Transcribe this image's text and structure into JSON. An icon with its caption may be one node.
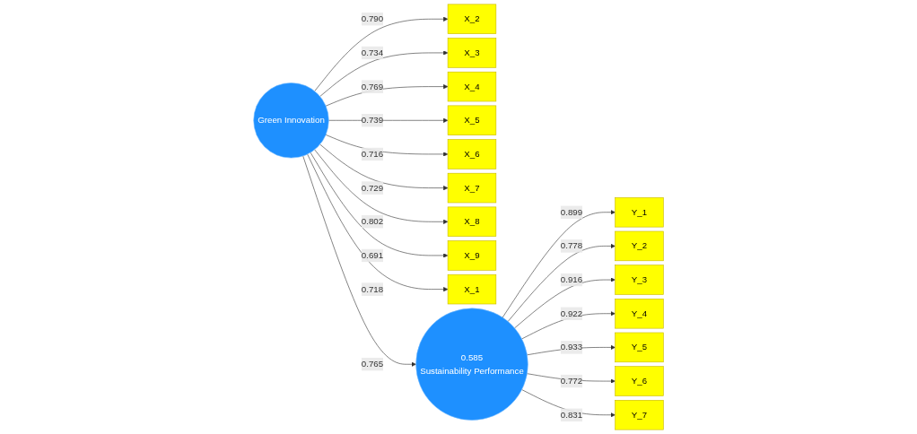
{
  "diagram": {
    "nodes": [
      {
        "text": [
          "X_2"
        ]
      },
      {
        "text": [
          "X_3"
        ]
      },
      {
        "text": [
          "X_4"
        ]
      },
      {
        "text": [
          "X_5"
        ]
      },
      {
        "text": [
          "X_6"
        ]
      },
      {
        "text": [
          "X_7"
        ]
      },
      {
        "text": [
          "X_8"
        ]
      },
      {
        "text": [
          "X_9"
        ]
      },
      {
        "text": [
          "X_1"
        ]
      },
      {
        "text": [
          "Green Innovation"
        ]
      },
      {
        "text": [
          "0.585",
          "Sustainability Performance"
        ]
      },
      {
        "text": [
          "Y_1"
        ]
      },
      {
        "text": [
          "Y_2"
        ]
      },
      {
        "text": [
          "Y_3"
        ]
      },
      {
        "text": [
          "Y_4"
        ]
      },
      {
        "text": [
          "Y_5"
        ]
      },
      {
        "text": [
          "Y_6"
        ]
      },
      {
        "text": [
          "Y_7"
        ]
      }
    ],
    "edges": [
      {
        "from": 9,
        "to": 0,
        "arrow": "to",
        "label": "0.790"
      },
      {
        "from": 9,
        "to": 1,
        "arrow": "to",
        "label": "0.734"
      },
      {
        "from": 9,
        "to": 2,
        "arrow": "to",
        "label": "0.769"
      },
      {
        "from": 9,
        "to": 3,
        "arrow": "to",
        "label": "0.739"
      },
      {
        "from": 9,
        "to": 4,
        "arrow": "to",
        "label": "0.716"
      },
      {
        "from": 9,
        "to": 5,
        "arrow": "to",
        "label": "0.729"
      },
      {
        "from": 9,
        "to": 6,
        "arrow": "to",
        "label": "0.802"
      },
      {
        "from": 9,
        "to": 7,
        "arrow": "to",
        "label": "0.691"
      },
      {
        "from": 9,
        "to": 8,
        "arrow": "to",
        "label": "0.718"
      },
      {
        "from": 9,
        "to": 10,
        "arrow": "to",
        "label": "0.765"
      },
      {
        "from": 10,
        "to": 11,
        "arrow": "to",
        "label": "0.899"
      },
      {
        "from": 10,
        "to": 12,
        "arrow": "to",
        "label": "0.778"
      },
      {
        "from": 10,
        "to": 13,
        "arrow": "to",
        "label": "0.916"
      },
      {
        "from": 10,
        "to": 14,
        "arrow": "to",
        "label": "0.922"
      },
      {
        "from": 10,
        "to": 15,
        "arrow": "to",
        "label": "0.933"
      },
      {
        "from": 10,
        "to": 16,
        "arrow": "to",
        "label": "0.772"
      },
      {
        "from": 10,
        "to": 17,
        "arrow": "to",
        "label": "0.831"
      }
    ]
  }
}
